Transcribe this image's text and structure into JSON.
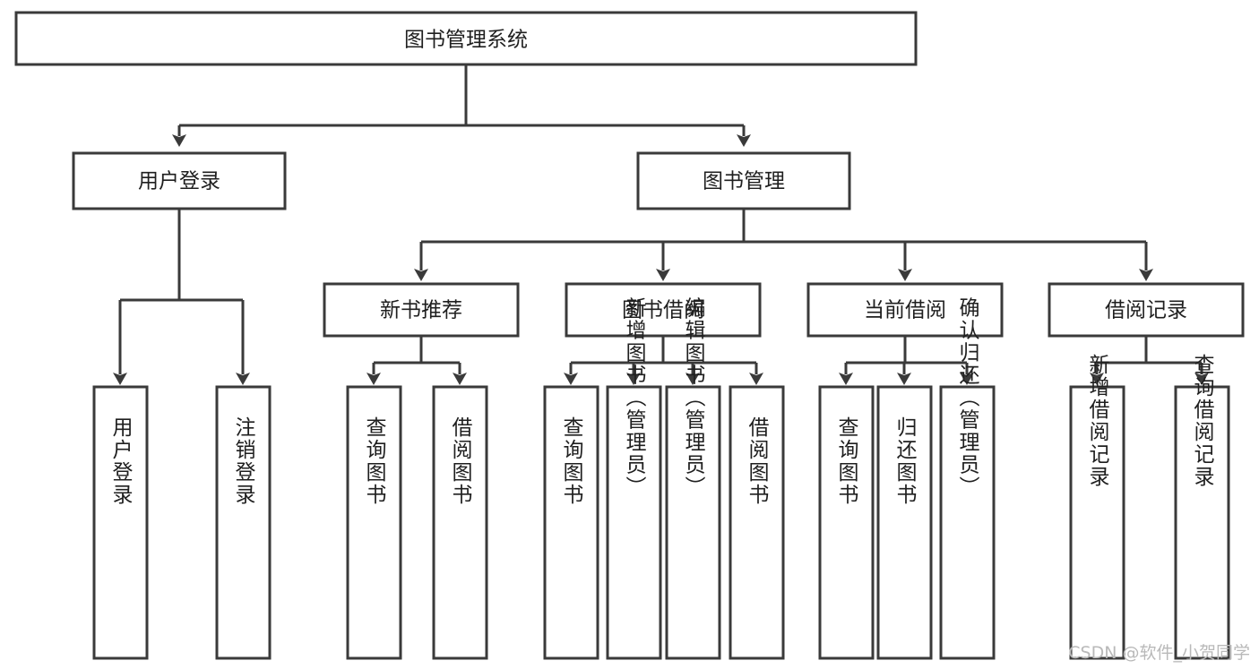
{
  "diagram": {
    "type": "tree",
    "title": "图书管理系统",
    "orientation": "top-down",
    "levels": 4,
    "colors": {
      "box_stroke": "#3a3a3a",
      "box_fill": "#ffffff",
      "connector": "#3a3a3a",
      "text": "#1f1f1f",
      "watermark": "#b9b9b9"
    },
    "nodes": {
      "root": {
        "label": "图书管理系统"
      },
      "level2": [
        {
          "id": "user-login",
          "label": "用户登录"
        },
        {
          "id": "book-manage",
          "label": "图书管理"
        }
      ],
      "level3": [
        {
          "id": "new-book-recommend",
          "label": "新书推荐",
          "parent": "book-manage"
        },
        {
          "id": "book-borrow",
          "label": "图书借阅",
          "parent": "book-manage"
        },
        {
          "id": "current-borrow",
          "label": "当前借阅",
          "parent": "book-manage"
        },
        {
          "id": "borrow-record",
          "label": "借阅记录",
          "parent": "book-manage"
        }
      ],
      "leaves": [
        {
          "id": "leaf-user-login",
          "label": "用户登录",
          "parent": "user-login"
        },
        {
          "id": "leaf-logout-login",
          "label": "注销登录",
          "parent": "user-login"
        },
        {
          "id": "leaf-query-book-1",
          "label": "查询图书",
          "parent": "new-book-recommend"
        },
        {
          "id": "leaf-borrow-book-1",
          "label": "借阅图书",
          "parent": "new-book-recommend"
        },
        {
          "id": "leaf-query-book-2",
          "label": "查询图书",
          "parent": "book-borrow"
        },
        {
          "id": "leaf-add-book",
          "label": "新增图书（管理员）",
          "parent": "book-borrow"
        },
        {
          "id": "leaf-edit-book",
          "label": "编辑图书（管理员）",
          "parent": "book-borrow"
        },
        {
          "id": "leaf-borrow-book-2",
          "label": "借阅图书",
          "parent": "book-borrow"
        },
        {
          "id": "leaf-query-book-3",
          "label": "查询图书",
          "parent": "current-borrow"
        },
        {
          "id": "leaf-return-book",
          "label": "归还图书",
          "parent": "current-borrow"
        },
        {
          "id": "leaf-confirm-return",
          "label": "确认归还（管理员）",
          "parent": "current-borrow"
        },
        {
          "id": "leaf-add-record",
          "label": "新增借阅记录",
          "parent": "borrow-record"
        },
        {
          "id": "leaf-query-record",
          "label": "查询借阅记录",
          "parent": "borrow-record"
        }
      ]
    }
  },
  "watermark": {
    "text": "CSDN @软件_小贺同学"
  }
}
